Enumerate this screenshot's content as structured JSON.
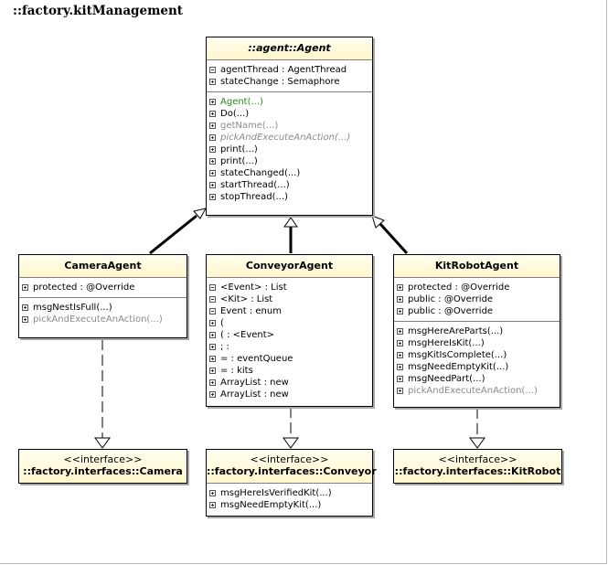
{
  "package_title": "::factory.kitManagement",
  "classes": {
    "agent": {
      "name": "::agent::Agent",
      "attributes": [
        {
          "text": "agentThread : AgentThread",
          "icon": "minus"
        },
        {
          "text": "stateChange : Semaphore",
          "icon": "plus"
        }
      ],
      "operations": [
        {
          "text": "Agent(...)",
          "style": "green"
        },
        {
          "text": "Do(...)",
          "style": "normal"
        },
        {
          "text": "getName(...)",
          "style": "gray"
        },
        {
          "text": "pickAndExecuteAnAction(...)",
          "style": "grayital"
        },
        {
          "text": "print(...)",
          "style": "normal"
        },
        {
          "text": "print(...)",
          "style": "normal"
        },
        {
          "text": "stateChanged(...)",
          "style": "normal"
        },
        {
          "text": "startThread(...)",
          "style": "normal"
        },
        {
          "text": "stopThread(...)",
          "style": "normal"
        }
      ]
    },
    "camera_agent": {
      "name": "CameraAgent",
      "attributes": [
        {
          "text": "protected : @Override",
          "icon": "plus"
        }
      ],
      "operations": [
        {
          "text": "msgNestIsFull(...)",
          "style": "normal"
        },
        {
          "text": "pickAndExecuteAnAction(...)",
          "style": "gray"
        }
      ]
    },
    "conveyor_agent": {
      "name": "ConveyorAgent",
      "attributes": [
        {
          "text": "<Event> : List",
          "icon": "minus"
        },
        {
          "text": "<Kit> : List",
          "icon": "minus"
        },
        {
          "text": "Event : enum",
          "icon": "minus"
        },
        {
          "text": "(",
          "icon": "plus"
        },
        {
          "text": "( : <Event>",
          "icon": "plus"
        },
        {
          "text": "; :",
          "icon": "plus"
        },
        {
          "text": "= : eventQueue",
          "icon": "plus"
        },
        {
          "text": "= : kits",
          "icon": "plus"
        },
        {
          "text": "ArrayList : new",
          "icon": "plus"
        },
        {
          "text": "ArrayList : new",
          "icon": "plus"
        }
      ]
    },
    "kit_robot_agent": {
      "name": "KitRobotAgent",
      "attributes": [
        {
          "text": "protected : @Override",
          "icon": "plus"
        },
        {
          "text": "public : @Override",
          "icon": "plus"
        },
        {
          "text": "public : @Override",
          "icon": "plus"
        }
      ],
      "operations": [
        {
          "text": "msgHereAreParts(...)",
          "style": "normal"
        },
        {
          "text": "msgHereIsKit(...)",
          "style": "normal"
        },
        {
          "text": "msgKitIsComplete(...)",
          "style": "normal"
        },
        {
          "text": "msgNeedEmptyKit(...)",
          "style": "normal"
        },
        {
          "text": "msgNeedPart(...)",
          "style": "normal"
        },
        {
          "text": "pickAndExecuteAnAction(...)",
          "style": "gray"
        }
      ]
    },
    "camera_interface": {
      "stereotype": "<<interface>>",
      "name": "::factory.interfaces::Camera"
    },
    "conveyor_interface": {
      "stereotype": "<<interface>>",
      "name": "::factory.interfaces::Conveyor",
      "operations": [
        {
          "text": "msgHereIsVerifiedKit(...)",
          "style": "normal"
        },
        {
          "text": "msgNeedEmptyKit(...)",
          "style": "normal"
        }
      ]
    },
    "kit_robot_interface": {
      "stereotype": "<<interface>>",
      "name": "::factory.interfaces::KitRobot"
    }
  }
}
